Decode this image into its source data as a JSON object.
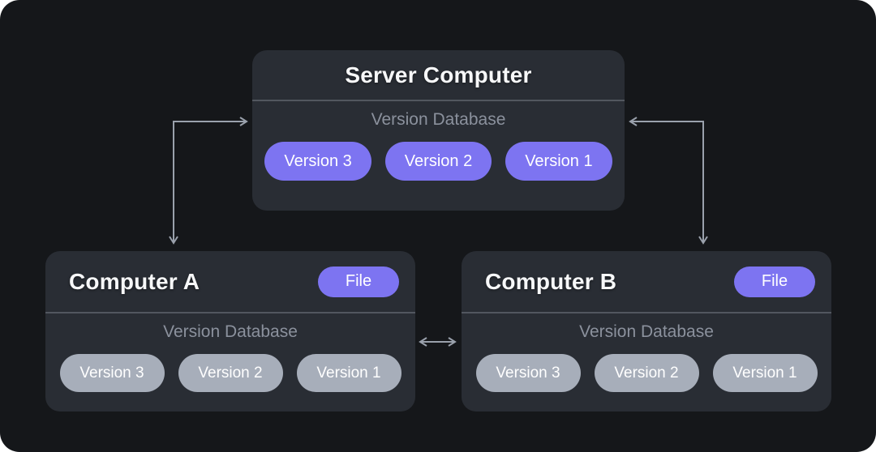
{
  "colors": {
    "canvas_bg": "#15171a",
    "box_bg": "#292d34",
    "divider": "#52575f",
    "accent": "#7d74f1",
    "pill_gray": "#a7aeba",
    "title_text": "#f7f8f9",
    "muted_text": "#8b919d",
    "pill_text": "#ffffff",
    "arrow": "#9aa1ac",
    "page_bg": "#ffffff"
  },
  "server": {
    "title": "Server Computer",
    "database_label": "Version Database",
    "versions": [
      "Version 3",
      "Version 2",
      "Version 1"
    ]
  },
  "computer_a": {
    "title": "Computer A",
    "file_label": "File",
    "database_label": "Version Database",
    "versions": [
      "Version 3",
      "Version 2",
      "Version 1"
    ]
  },
  "computer_b": {
    "title": "Computer B",
    "file_label": "File",
    "database_label": "Version Database",
    "versions": [
      "Version 3",
      "Version 2",
      "Version 1"
    ]
  }
}
